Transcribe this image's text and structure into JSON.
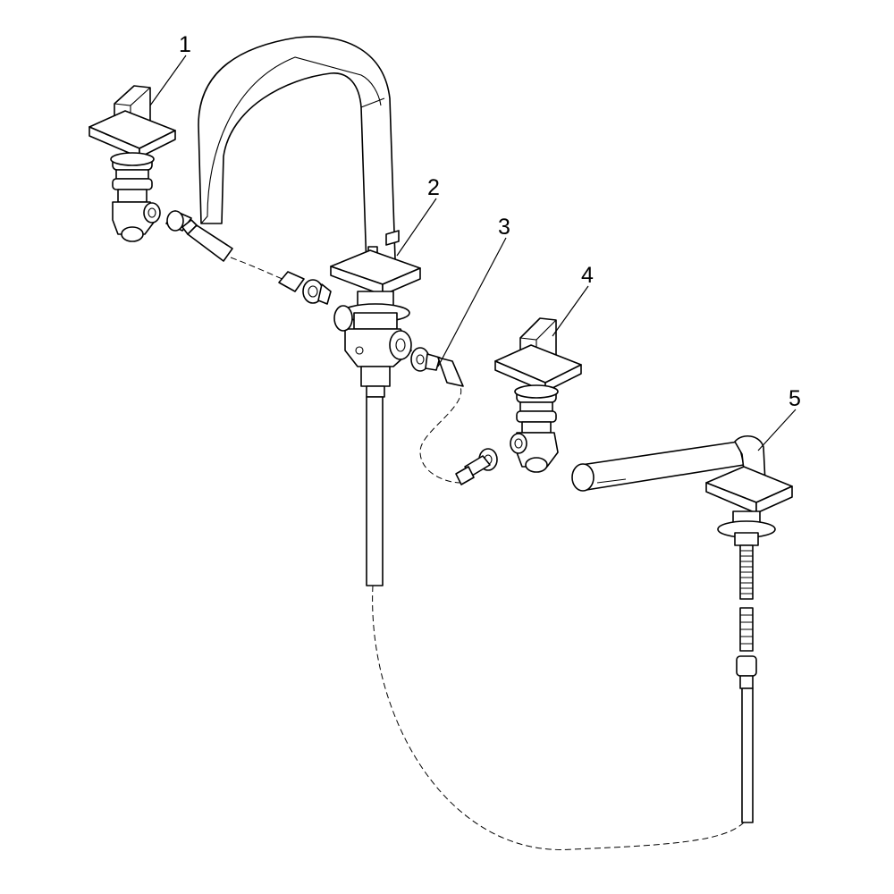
{
  "callouts": {
    "c1": "1",
    "c2": "2",
    "c3": "3",
    "c4": "4",
    "c5": "5"
  },
  "colors": {
    "line": "#000000",
    "background": "#ffffff"
  },
  "icons": {
    "left_handle": "lever-handle-icon",
    "right_handle": "lever-handle-icon",
    "spout": "gooseneck-spout-icon",
    "hand_shower": "hand-shower-icon"
  }
}
